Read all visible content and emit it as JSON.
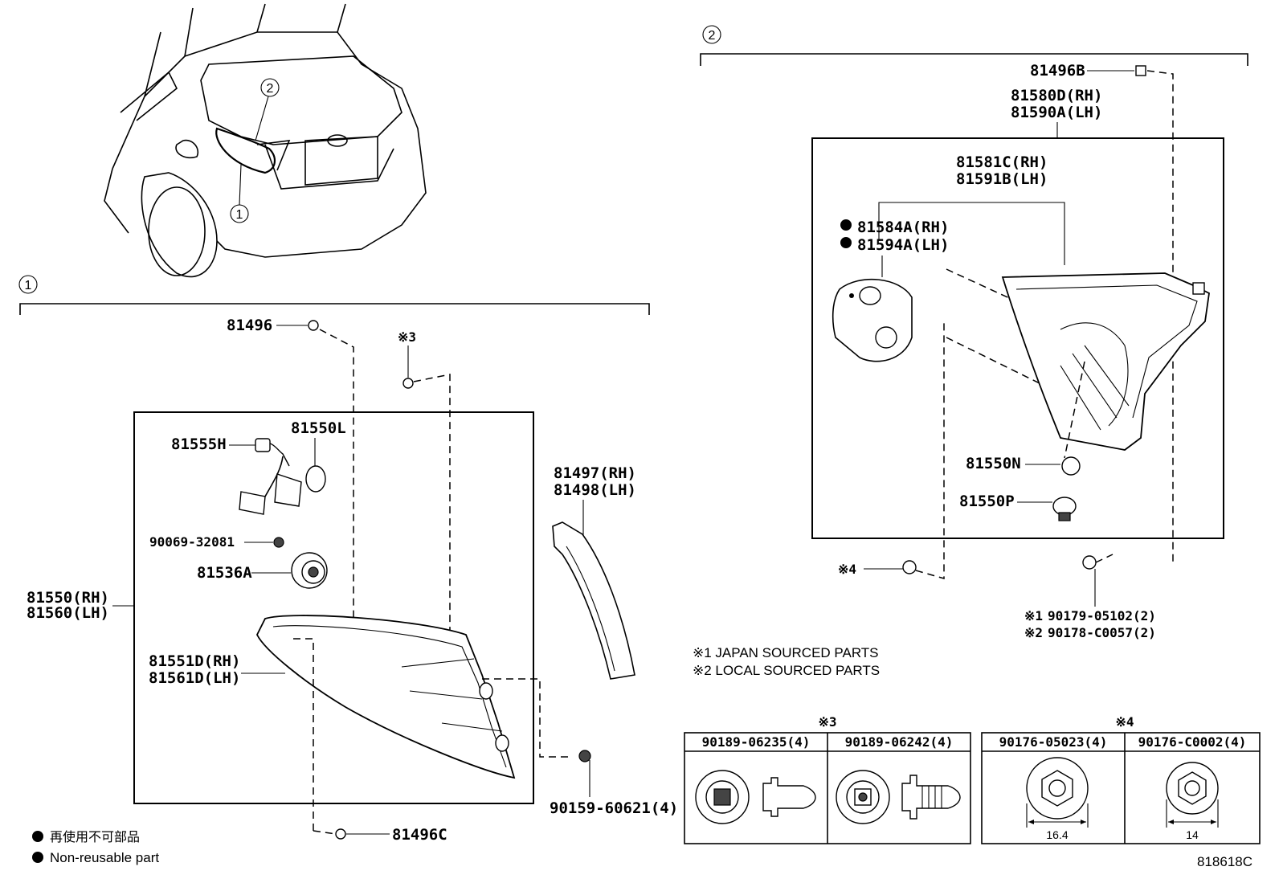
{
  "diagram": {
    "index_1": "1",
    "index_2": "2",
    "labels": {
      "p81496": "81496",
      "p81496B": "81496B",
      "p81496C": "81496C",
      "p81550L": "81550L",
      "p81555H": "81555H",
      "p90069": "90069-32081",
      "p81536A": "81536A",
      "p81550_rh": "81550(RH)",
      "p81560_lh": "81560(LH)",
      "p81551D_rh": "81551D(RH)",
      "p81561D_lh": "81561D(LH)",
      "p81497_rh": "81497(RH)",
      "p81498_lh": "81498(LH)",
      "p90159": "90159-60621(4)",
      "p81580D_rh": "81580D(RH)",
      "p81590A_lh": "81590A(LH)",
      "p81581C_rh": "81581C(RH)",
      "p81591B_lh": "81591B(LH)",
      "p81584A_rh": "81584A(RH)",
      "p81594A_lh": "81594A(LH)",
      "p81550N": "81550N",
      "p81550P": "81550P",
      "p90179": "90179-05102(2)",
      "p90178": "90178-C0057(2)"
    },
    "marks": {
      "mark3": "※3",
      "mark4": "※4",
      "mark1": "※1",
      "mark2": "※2"
    },
    "notes": {
      "japan": "※1 JAPAN SOURCED PARTS",
      "local": "※2 LOCAL SOURCED PARTS"
    },
    "table3": {
      "title": "※3",
      "col1": "90189-06235(4)",
      "col2": "90189-06242(4)"
    },
    "table4": {
      "title": "※4",
      "col1": "90176-05023(4)",
      "col2": "90176-C0002(4)",
      "dim1": "16.4",
      "dim2": "14"
    },
    "legend": {
      "jp": "再使用不可部品",
      "en": "Non-reusable part"
    },
    "ref": "818618C"
  }
}
